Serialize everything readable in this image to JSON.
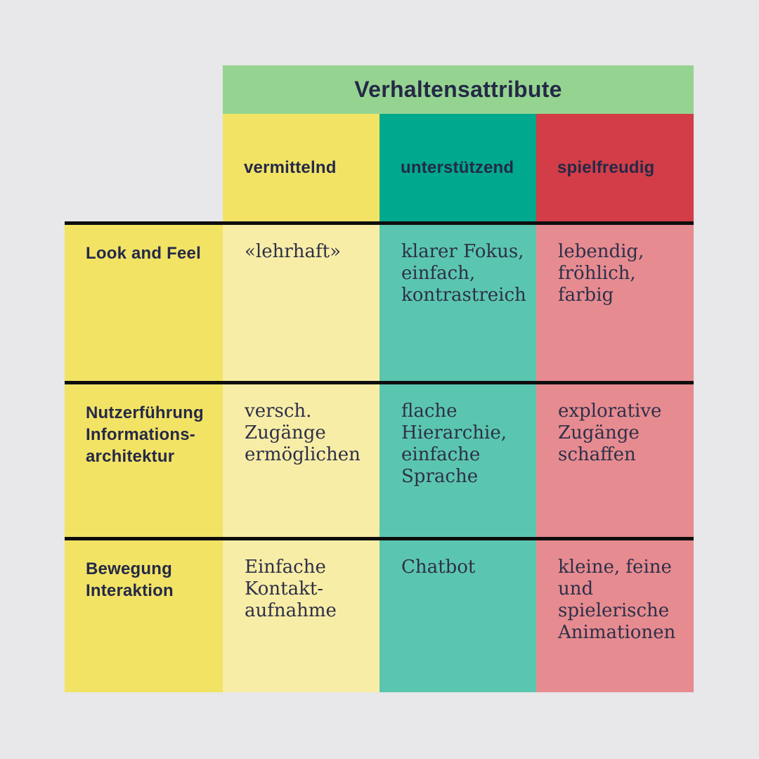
{
  "chart_data": {
    "type": "table",
    "title": "Verhaltensattribute",
    "columns": [
      "vermittelnd",
      "unterstützend",
      "spielfreudig"
    ],
    "row_labels": [
      "Look and Feel",
      "Nutzerführung\nInformations-\narchitektur",
      "Bewegung\nInteraktion"
    ],
    "cells": [
      [
        "«lehrhaft»",
        "klarer Fokus,\neinfach,\nkontrastreich",
        "lebendig,\nfröhlich,\nfarbig"
      ],
      [
        "versch.\nZugänge\nermöglichen",
        "flache\nHierarchie,\neinfache\nSprache",
        "explorative\nZugänge\nschaffen"
      ],
      [
        "Einfache\nKontakt-\naufnahme",
        "Chatbot",
        "kleine, feine\nund\nspielerische\nAnimationen"
      ]
    ],
    "legend_position": "none",
    "grid": "thick black horizontal separators"
  },
  "table": {
    "title": "Verhaltensattribute",
    "columns": [
      {
        "label": "vermittelnd"
      },
      {
        "label": "unterstützend"
      },
      {
        "label": "spielfreudig"
      }
    ],
    "rows": [
      {
        "label": "Look and Feel",
        "cells": [
          "«lehrhaft»",
          "klarer Fokus,\neinfach,\nkontrastreich",
          "lebendig,\nfröhlich,\nfarbig"
        ]
      },
      {
        "label": "Nutzerführung\nInformations-\narchitektur",
        "cells": [
          "versch.\nZugänge\nermöglichen",
          "flache\nHierarchie,\neinfache\nSprache",
          "explorative\nZugänge\nschaffen"
        ]
      },
      {
        "label": "Bewegung\nInteraktion",
        "cells": [
          "Einfache\nKontakt-\naufnahme",
          "Chatbot",
          "kleine, feine\nund\nspielerische\nAnimationen"
        ]
      }
    ]
  },
  "colors": {
    "bg": "#e8e7e9",
    "green": "#95d490",
    "yellow": "#f2e365",
    "yellow-light": "#f8eda6",
    "teal": "#00a88e",
    "teal-light": "#5bc6af",
    "red": "#d23d47",
    "red-light": "#e68b90",
    "navy": "#252947",
    "ink": "#2d3049",
    "line": "#0d0d0d"
  }
}
